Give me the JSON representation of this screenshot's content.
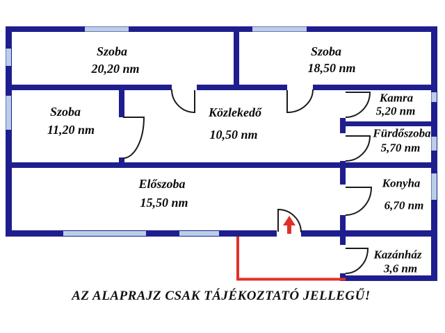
{
  "caption": "AZ ALAPRAJZ CSAK TÁJÉKOZTATÓ JELLEGŰ!",
  "rooms": [
    {
      "name": "Szoba",
      "area": "20,20 nm"
    },
    {
      "name": "Szoba",
      "area": "18,50 nm"
    },
    {
      "name": "Szoba",
      "area": "11,20 nm"
    },
    {
      "name": "Közlekedő",
      "area": "10,50 nm"
    },
    {
      "name": "Kamra",
      "area": "5,20 nm"
    },
    {
      "name": "Fürdőszoba",
      "area": "5,70 nm"
    },
    {
      "name": "Előszoba",
      "area": "15,50 nm"
    },
    {
      "name": "Konyha",
      "area": "6,70 nm"
    },
    {
      "name": "Kazánház",
      "area": "3,6 nm"
    }
  ],
  "colors": {
    "wall": "#1e1e8f",
    "window": "#b9cfe8",
    "door_line": "#1a1a1a",
    "accent_red": "#e03127",
    "text": "#0a0a0a",
    "background": "#ffffff"
  }
}
